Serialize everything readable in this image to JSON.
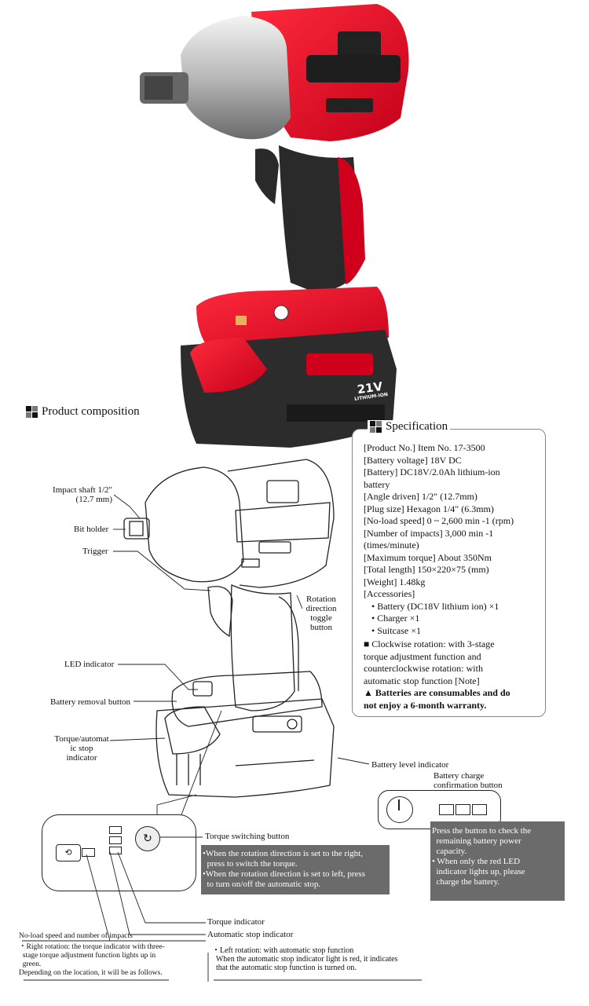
{
  "product_photo": {
    "battery_badge": "21V",
    "battery_sub": "LITHIUM-ION"
  },
  "composition": {
    "title": "Product composition",
    "labels": {
      "impact_shaft": "Impact shaft 1/2\"",
      "impact_shaft_size": "(12.7 mm)",
      "bit_holder": "Bit holder",
      "trigger": "Trigger",
      "rotation_toggle": [
        "Rotation",
        "direction",
        "toggle",
        "button"
      ],
      "led_indicator": "LED indicator",
      "battery_removal": "Battery removal button",
      "torque_auto": [
        "Torque/automat",
        "ic stop",
        "indicator"
      ],
      "battery_level": "Battery level indicator"
    }
  },
  "specification": {
    "title": "Specification",
    "lines": [
      "[Product No.] Item No. 17-3500",
      "[Battery voltage] 18V DC",
      "[Battery] DC18V/2.0Ah lithium-ion",
      "battery",
      "[Angle driven] 1/2\" (12.7mm)",
      "[Plug size] Hexagon 1/4\" (6.3mm)",
      "[No-load speed] 0 ~ 2,600 min -1 (rpm)",
      "[Number of impacts] 3,000 min -1",
      "(times/minute)",
      "[Maximum torque] About 350Nm",
      "[Total length] 150×220×75 (mm)",
      "[Weight] 1.48kg",
      "[Accessories]"
    ],
    "accessories": [
      "• Battery (DC18V lithium ion) ×1",
      "• Charger ×1",
      "• Suitcase ×1"
    ],
    "note_lines": [
      "■ Clockwise rotation: with 3-stage",
      "torque adjustment function and",
      "counterclockwise rotation: with",
      "automatic stop function [Note]"
    ],
    "warning_lines": [
      "▲ Batteries are consumables and do",
      "not enjoy a 6-month warranty."
    ]
  },
  "battery_check": {
    "title_lines": [
      "Battery charge",
      "confirmation button"
    ],
    "info_lines": [
      "Press the button to check the",
      "  remaining battery power",
      "  capacity.",
      "• When only the red LED",
      "  indicator lights up, please",
      "  charge the battery."
    ]
  },
  "control_panel": {
    "torque_switching_label": "Torque switching button",
    "torque_info_lines": [
      "•When the rotation direction is set to the right,",
      "  press to switch the torque.",
      "•When the rotation direction is set to left, press",
      "  to turn on/off the automatic stop."
    ],
    "torque_indicator": "Torque indicator",
    "auto_stop_indicator": "Automatic stop indicator",
    "left_notes": [
      "No-load speed and number of impacts",
      "・Right rotation: the torque indicator with three-",
      "  stage torque adjustment function lights up in",
      "  green.",
      "Depending on the location, it will be as follows."
    ],
    "right_notes": [
      "・Left rotation: with automatic stop function",
      "  When the automatic stop indicator light is red, it indicates",
      "  that the automatic stop function is turned on."
    ]
  }
}
